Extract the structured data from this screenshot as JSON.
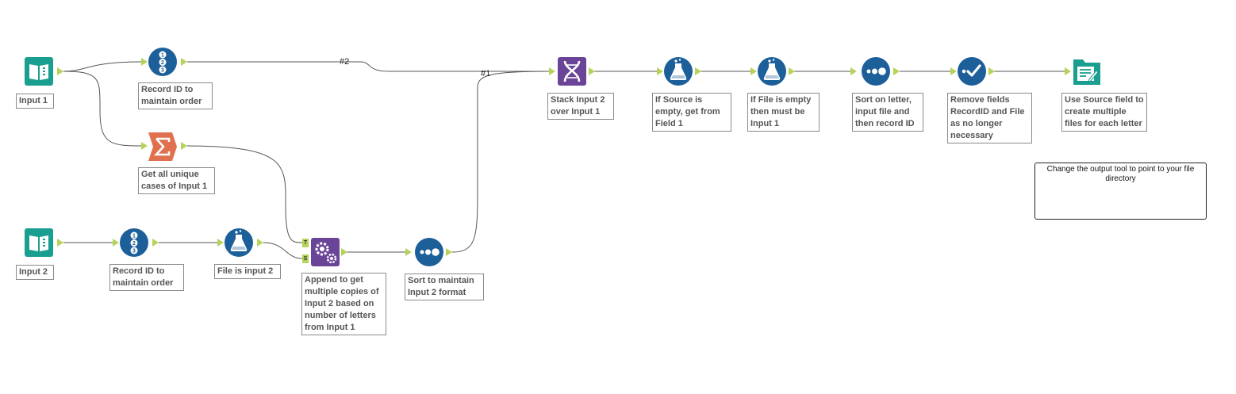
{
  "canvas": {
    "background": "#ffffff"
  },
  "colors": {
    "input": "#1a9e8f",
    "prep": "#1c5f99",
    "summarize": "#e0704e",
    "join": "#6a4497",
    "output": "#1a9e8f",
    "anchor": "#b5d35a"
  },
  "wire_labels": {
    "w2": "#2",
    "w1": "#1"
  },
  "anchor_labels": {
    "target": "T",
    "source": "S"
  },
  "tools": {
    "input1": {
      "icon": "book-icon",
      "label": "Input 1"
    },
    "input2": {
      "icon": "book-icon",
      "label": "Input 2"
    },
    "recordid_top": {
      "icon": "record-id-icon",
      "label": "Record ID to maintain order"
    },
    "summarize": {
      "icon": "sigma-icon",
      "label": "Get all unique cases of Input 1"
    },
    "recordid_bottom": {
      "icon": "record-id-icon",
      "label": "Record ID to maintain order"
    },
    "formula_input2": {
      "icon": "flask-icon",
      "label": "File is input 2"
    },
    "append": {
      "icon": "gears-icon",
      "label": "Append to get multiple copies of Input 2 based on number of letters from Input 1"
    },
    "sort_input2": {
      "icon": "dots-icon",
      "label": "Sort to maintain Input 2 format"
    },
    "union": {
      "icon": "dna-icon",
      "label": "Stack Input 2 over Input 1"
    },
    "formula_source": {
      "icon": "flask-icon",
      "label": "If Source is empty, get from Field 1"
    },
    "formula_file": {
      "icon": "flask-icon",
      "label": "If File is empty then must be Input 1"
    },
    "sort_final": {
      "icon": "dots-icon",
      "label": "Sort on letter, input file and then record ID"
    },
    "select": {
      "icon": "checkmark-icon",
      "label": "Remove fields RecordID and File as no longer necessary"
    },
    "output": {
      "icon": "output-file-icon",
      "label": "Use Source field to create multiple files for each letter"
    }
  },
  "comment": {
    "text": "Change the output tool to point to your file directory"
  }
}
